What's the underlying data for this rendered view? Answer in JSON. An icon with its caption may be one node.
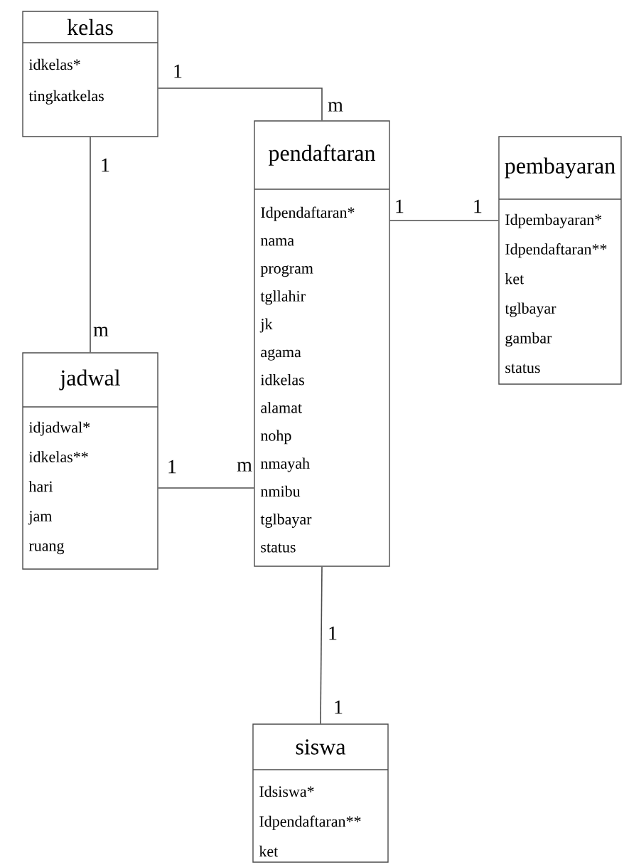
{
  "diagram": {
    "nodes": [
      {
        "text": [
          "kelas",
          "idkelas*",
          "tingkatkelas"
        ]
      },
      {
        "text": [
          "pendaftaran",
          "Idpendaftaran*",
          "nama",
          "program",
          "tgllahir",
          "jk",
          "agama",
          "idkelas",
          "alamat",
          "nohp",
          "nmayah",
          "nmibu",
          "tglbayar",
          "status"
        ]
      },
      {
        "text": [
          "pembayaran",
          "Idpembayaran*",
          "Idpendaftaran**",
          "ket",
          "tglbayar",
          "gambar",
          "status"
        ]
      },
      {
        "text": [
          "jadwal",
          "idjadwal*",
          "idkelas**",
          "hari",
          "jam",
          "ruang"
        ]
      },
      {
        "text": [
          "siswa",
          "Idsiswa*",
          "Idpendaftaran**",
          "ket"
        ]
      }
    ],
    "edges": [
      {
        "from": 0,
        "to": 1,
        "arrow": "none"
      },
      {
        "from": 0,
        "to": 3,
        "arrow": "none"
      },
      {
        "from": 1,
        "to": 2,
        "arrow": "none"
      },
      {
        "from": 3,
        "to": 1,
        "arrow": "none"
      },
      {
        "from": 1,
        "to": 4,
        "arrow": "none"
      }
    ],
    "labels": [
      "1",
      "m",
      "1",
      "m",
      "1",
      "1",
      "1",
      "m",
      "1",
      "1"
    ]
  }
}
